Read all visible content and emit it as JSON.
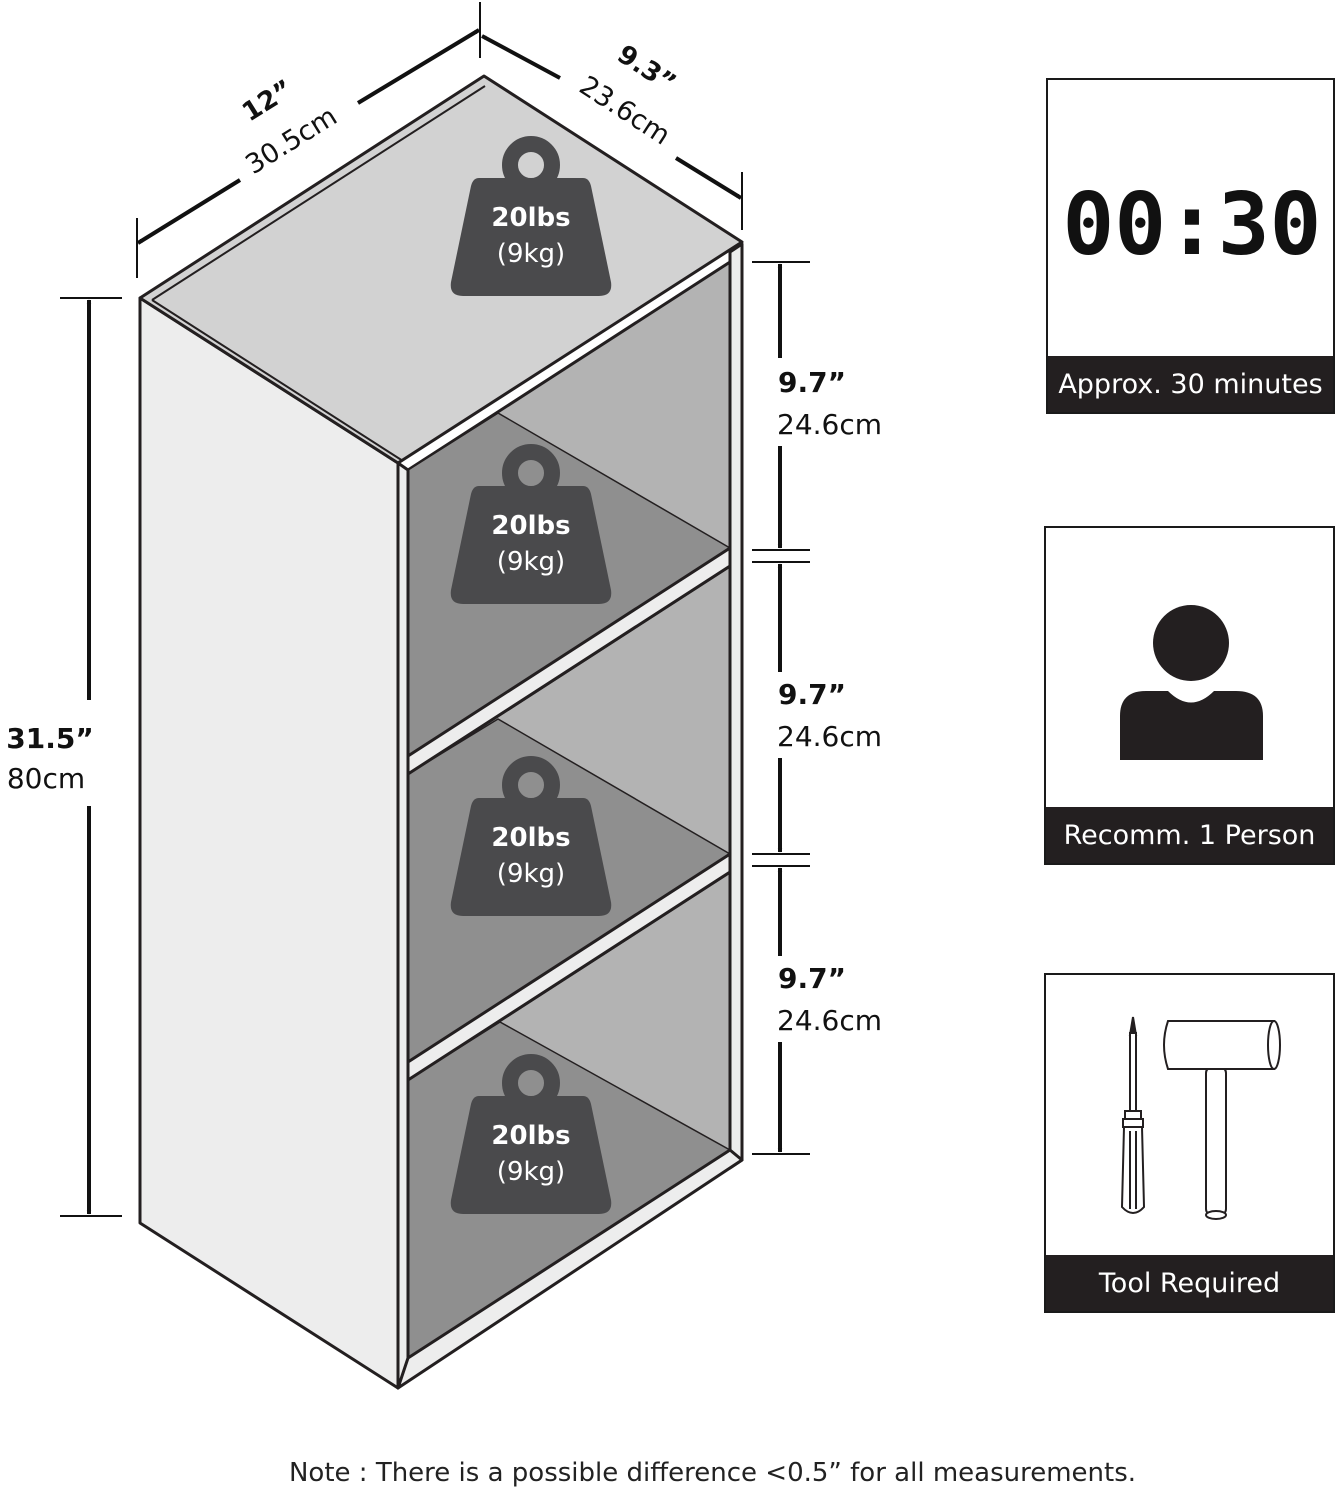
{
  "dimensions": {
    "width": {
      "in": "12”",
      "cm": "30.5cm"
    },
    "depth": {
      "in": "9.3”",
      "cm": "23.6cm"
    },
    "height": {
      "in": "31.5”",
      "cm": "80cm"
    },
    "compartments": [
      {
        "in": "9.7”",
        "cm": "24.6cm"
      },
      {
        "in": "9.7”",
        "cm": "24.6cm"
      },
      {
        "in": "9.7”",
        "cm": "24.6cm"
      }
    ]
  },
  "weights": [
    {
      "lbs": "20lbs",
      "kg": "(9kg)"
    },
    {
      "lbs": "20lbs",
      "kg": "(9kg)"
    },
    {
      "lbs": "20lbs",
      "kg": "(9kg)"
    },
    {
      "lbs": "20lbs",
      "kg": "(9kg)"
    }
  ],
  "cards": {
    "time": {
      "display": "00:30",
      "caption": "Approx. 30 minutes",
      "icon": "digital-clock-icon"
    },
    "person": {
      "caption": "Recomm. 1 Person",
      "icon": "person-icon"
    },
    "tools": {
      "caption": "Tool Required",
      "icon": "screwdriver-hammer-icon"
    }
  },
  "note": "Note : There is a possible difference <0.5” for all measurements.",
  "colors": {
    "outline": "#231f20",
    "top_panel": "#d2d2d2",
    "side_panel": "#ededed",
    "compartment_back": "#b3b3b3",
    "compartment_floor": "#8f8f8f",
    "weight_icon": "#4a4a4c",
    "caption_bg": "#231f20"
  }
}
